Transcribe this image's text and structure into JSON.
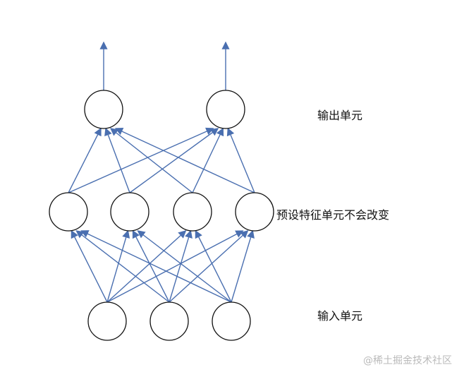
{
  "labels": {
    "output": "输出单元",
    "hidden": "预设特征单元不会改变",
    "input": "输入单元"
  },
  "watermark": "@稀土掘金技术社区",
  "layers": {
    "input": 3,
    "hidden": 4,
    "output": 2
  },
  "colors": {
    "edge": "#4a6fb0",
    "node_stroke": "#111111"
  }
}
